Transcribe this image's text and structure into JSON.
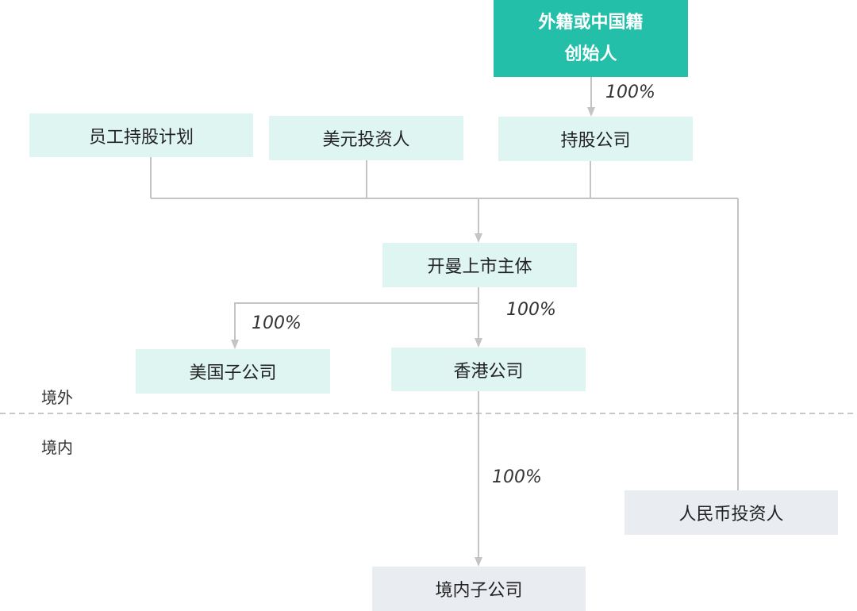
{
  "nodes": {
    "founder": {
      "line1": "外籍或中国籍",
      "line2": "创始人"
    },
    "esop": "员工持股计划",
    "usd_investor": "美元投资人",
    "holding_company": "持股公司",
    "listing_entity": "开曼上市主体",
    "us_subsidiary": "美国子公司",
    "hk_company": "香港公司",
    "rmb_investor": "人民币投资人",
    "domestic_subsidiary": "境内子公司"
  },
  "ownership": {
    "founder_to_holding": "100%",
    "listing_to_us": "100%",
    "listing_to_hk": "100%",
    "hk_to_domestic": "100%"
  },
  "regions": {
    "offshore": "境外",
    "onshore": "境内"
  },
  "colors": {
    "founder_fill": "#23bfa9",
    "offshore_fill": "#dff5f2",
    "onshore_fill": "#e9ecf0",
    "line": "#c4c4c4"
  }
}
